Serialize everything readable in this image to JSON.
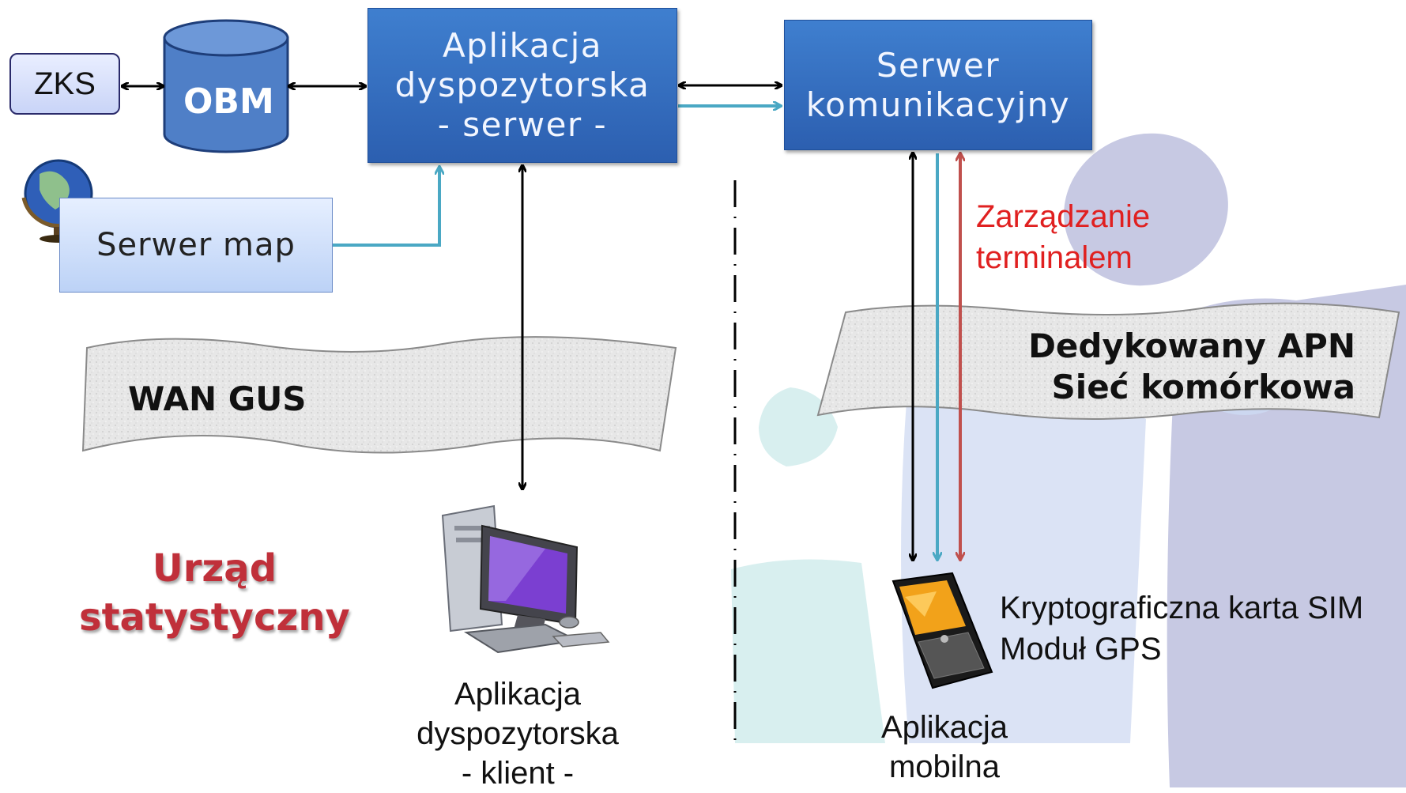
{
  "nodes": {
    "zks": "ZKS",
    "obm": "OBM",
    "app_server": [
      "Aplikacja",
      "dyspozytorska",
      "- serwer -"
    ],
    "comm_server": [
      "Serwer",
      "komunikacyjny"
    ],
    "map_server": "Serwer map"
  },
  "networks": {
    "wan": "WAN GUS",
    "apn": [
      "Dedykowany APN",
      "Sieć komórkowa"
    ]
  },
  "annotations": {
    "terminal_mgmt": [
      "Zarządzanie",
      "terminalem"
    ],
    "office": [
      "Urząd",
      "statystyczny"
    ],
    "client_app": [
      "Aplikacja",
      "dyspozytorska",
      "- klient -"
    ],
    "mobile_app": [
      "Aplikacja",
      "mobilna"
    ],
    "device_features": [
      "Kryptograficzna karta SIM",
      "Moduł GPS"
    ]
  },
  "colors": {
    "arrow_black": "#000000",
    "arrow_teal": "#4aa8c4",
    "arrow_red": "#c0504d",
    "server_blue": "#2f66b8",
    "office_red": "#c0303a",
    "mgmt_red": "#e02020"
  }
}
